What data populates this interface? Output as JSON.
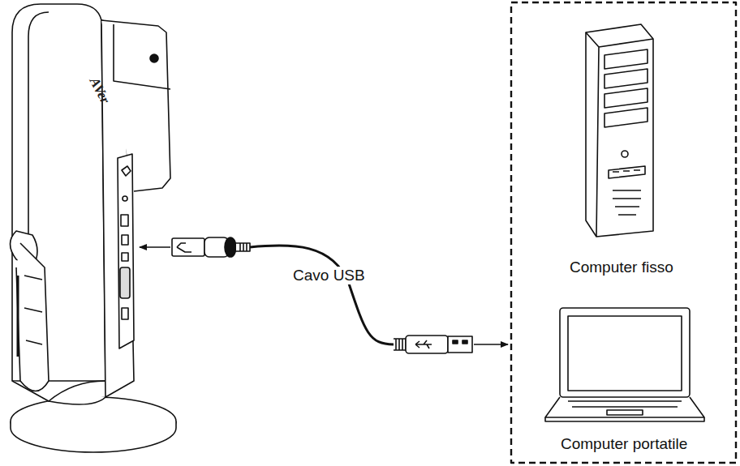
{
  "diagram": {
    "labels": [
      "AVer",
      "Cavo USB",
      "Computer fisso",
      "Computer portatile"
    ]
  }
}
